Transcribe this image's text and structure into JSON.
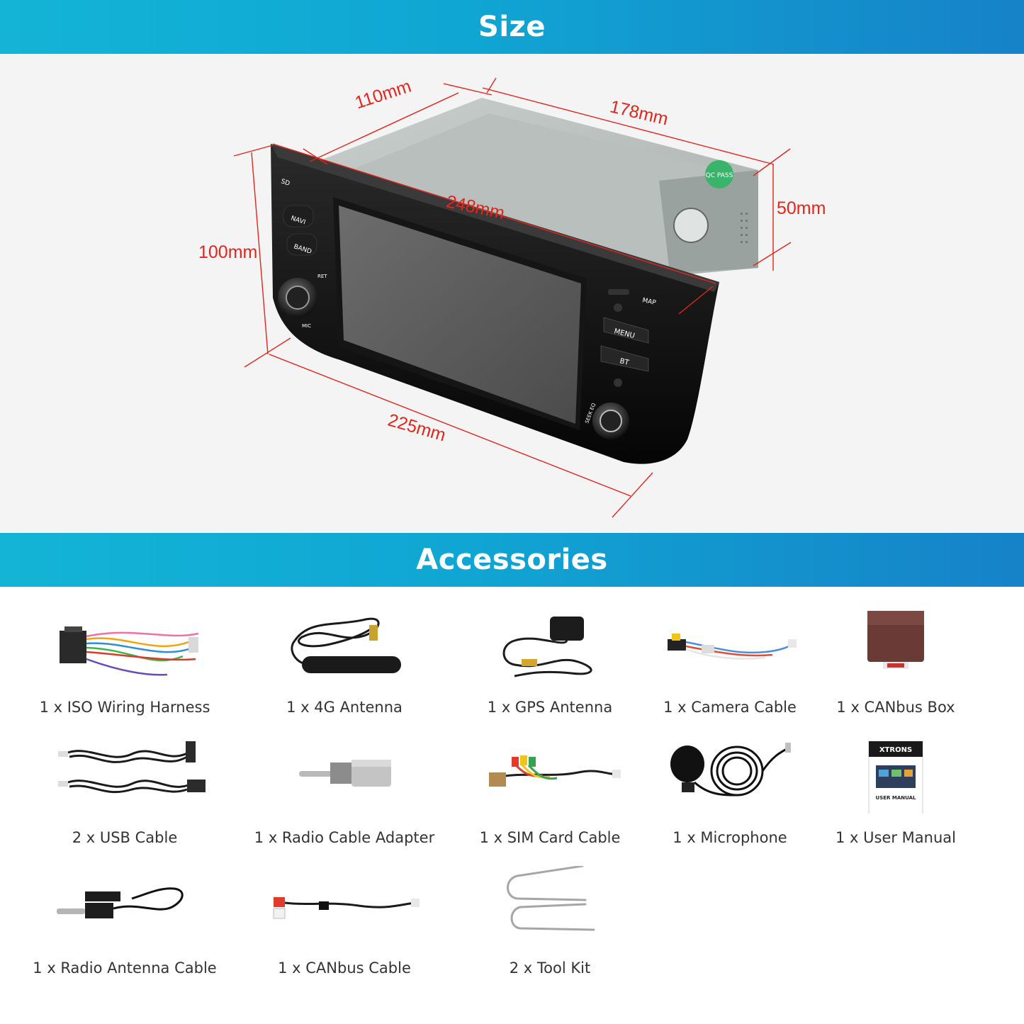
{
  "sections": {
    "size_title": "Size",
    "accessories_title": "Accessories"
  },
  "dimensions": {
    "depth": "110mm",
    "length": "178mm",
    "front_width": "248mm",
    "back_height": "50mm",
    "front_height": "100mm",
    "bottom_width": "225mm"
  },
  "device": {
    "buttons": [
      "SD",
      "NAVI",
      "BAND",
      "RET",
      "MIC",
      "MAP",
      "MENU",
      "BT",
      "SEEK EQ"
    ],
    "qc_label": "QC PASS",
    "accent_color": "#e0261d"
  },
  "accessories": [
    {
      "label": "1 x ISO Wiring Harness",
      "icon": "wiring-harness-icon"
    },
    {
      "label": "1 x 4G Antenna",
      "icon": "4g-antenna-icon"
    },
    {
      "label": "1 x GPS Antenna",
      "icon": "gps-antenna-icon"
    },
    {
      "label": "1 x Camera Cable",
      "icon": "camera-cable-icon"
    },
    {
      "label": "1 x CANbus Box",
      "icon": "canbus-box-icon"
    },
    {
      "label": "2 x USB Cable",
      "icon": "usb-cable-icon"
    },
    {
      "label": "1 x Radio Cable Adapter",
      "icon": "radio-adapter-icon"
    },
    {
      "label": "1 x SIM Card Cable",
      "icon": "sim-cable-icon"
    },
    {
      "label": "1 x Microphone",
      "icon": "microphone-icon"
    },
    {
      "label": "1 x User Manual",
      "icon": "user-manual-icon"
    },
    {
      "label": "1 x Radio Antenna Cable",
      "icon": "radio-antenna-cable-icon"
    },
    {
      "label": "1 x CANbus Cable",
      "icon": "canbus-cable-icon"
    },
    {
      "label": "2 x Tool Kit",
      "icon": "tool-kit-icon"
    }
  ],
  "manual": {
    "brand": "XTRONS",
    "title": "USER MANUAL"
  }
}
